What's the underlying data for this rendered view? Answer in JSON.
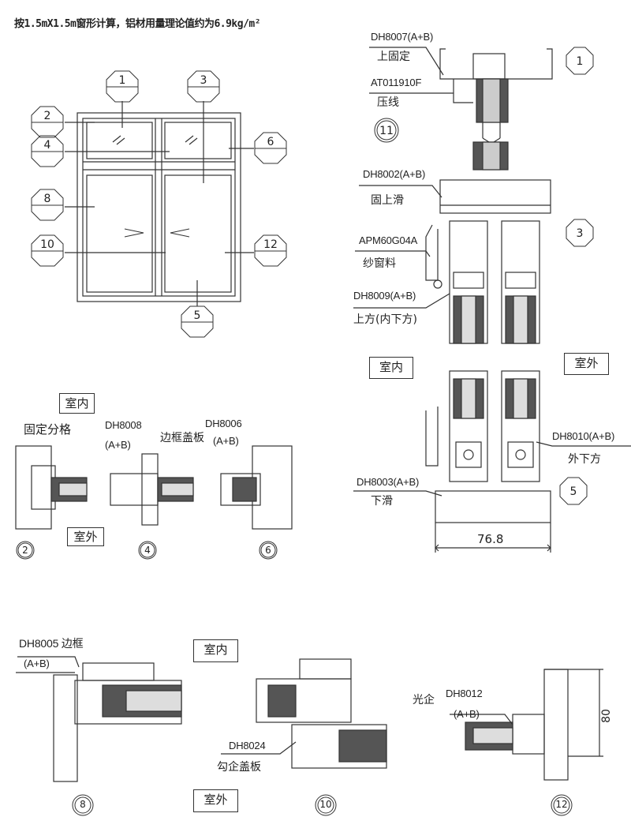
{
  "title": "按1.5mX1.5m窗形计算，铝材用量理论值约为6.9kg/m²",
  "elevation": {
    "callouts": [
      "1",
      "3",
      "2",
      "4",
      "6",
      "8",
      "10",
      "12",
      "5"
    ]
  },
  "section_top_right": {
    "labels": {
      "dh8007": "DH8007(A+B)",
      "upper_fixed": "上固定",
      "at011910f": "AT011910F",
      "bead": "压线",
      "dh8002": "DH8002(A+B)",
      "fixed_upper_slide": "固上滑",
      "apm60g04a": "APM60G04A",
      "screen": "纱窗料",
      "dh8009": "DH8009(A+B)",
      "top_inner_bottom": "上方(内下方)",
      "indoor": "室内",
      "outdoor": "室外",
      "dh8010": "DH8010(A+B)",
      "outer_bottom": "外下方",
      "dh8003": "DH8003(A+B)",
      "lower_slide": "下滑",
      "dim_width": "76.8"
    },
    "callouts": [
      "1",
      "11",
      "3",
      "5"
    ]
  },
  "section_mid_left": {
    "labels": {
      "indoor": "室内",
      "fixed_divider": "固定分格",
      "dh8008": "DH8008",
      "dh8008_ab": "(A+B)",
      "frame_cover": "边框盖板",
      "dh8006": "DH8006",
      "dh8006_ab": "(A+B)",
      "outdoor": "室外"
    },
    "callouts": [
      "2",
      "4",
      "6"
    ]
  },
  "section_bottom": {
    "labels": {
      "dh8005": "DH8005 边框",
      "dh8005_ab": "(A+B)",
      "indoor": "室内",
      "dh8024": "DH8024",
      "hook_cover": "勾企盖板",
      "outdoor": "室外",
      "light_interlock": "光企",
      "dh8012": "DH8012",
      "dh8012_ab": "(A+B)",
      "dim_height": "80"
    },
    "callouts": [
      "8",
      "10",
      "12"
    ]
  }
}
